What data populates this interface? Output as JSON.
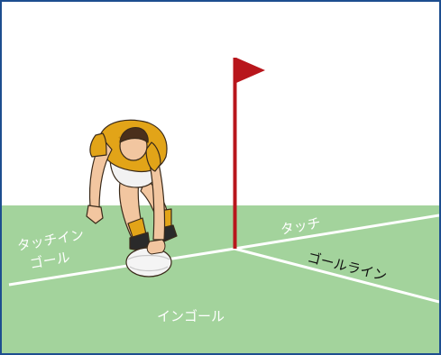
{
  "labels": {
    "touch_in_goal_line1": "タッチイン",
    "touch_in_goal_line2": "ゴール",
    "touch": "タッチ",
    "goal_line": "ゴールライン",
    "in_goal": "インゴール"
  },
  "colors": {
    "sky": "#ffffff",
    "grass": "#a3d39c",
    "line": "#ffffff",
    "flag": "#b8161c",
    "border": "#1d4e8f",
    "jersey": "#e2a418",
    "shorts": "#f2f2f2",
    "skin": "#f2c6a0",
    "hair": "#4a2f1b",
    "ball": "#f4f4f4"
  },
  "icons": {
    "flag": "corner-flag-icon",
    "player": "rugby-player-icon",
    "ball": "rugby-ball-icon"
  }
}
